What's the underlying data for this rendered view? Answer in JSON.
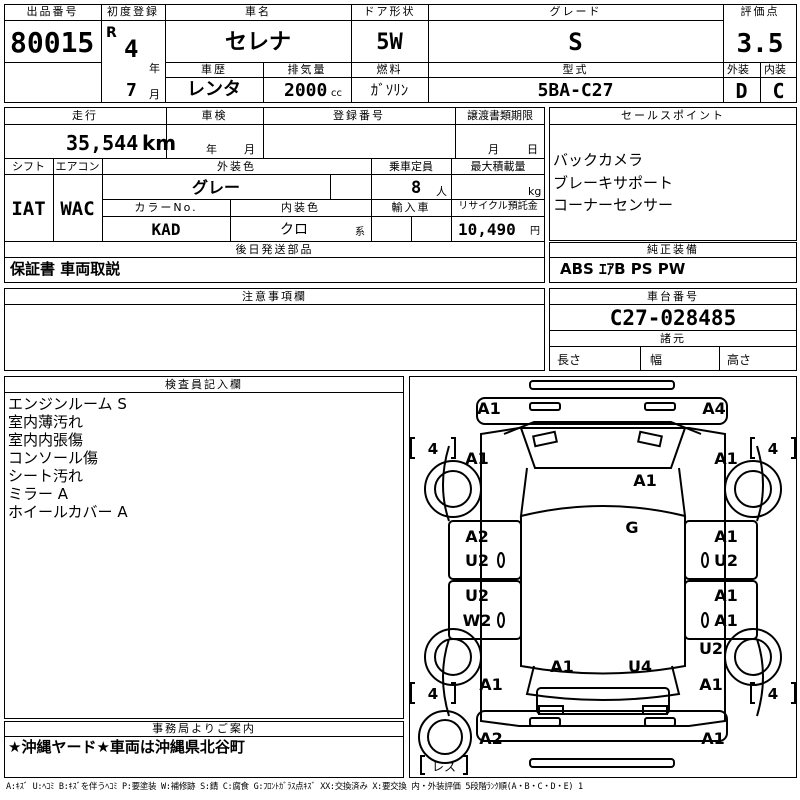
{
  "header": {
    "lot_label": "出品番号",
    "lot_number": "80015",
    "first_reg_label": "初度登録",
    "era": "R",
    "reg_year": "4",
    "year_unit": "年",
    "reg_month": "7",
    "month_unit": "月",
    "car_name_label": "車名",
    "car_name": "セレナ",
    "door_label": "ドア形状",
    "door": "5W",
    "grade_label": "グレード",
    "grade": "S",
    "score_label": "評価点",
    "score": "3.5",
    "history_label": "車歴",
    "history": "レンタ",
    "displacement_label": "排気量",
    "displacement": "2000",
    "displacement_unit": "cc",
    "fuel_label": "燃料",
    "fuel": "ｶﾞｿﾘﾝ",
    "model_label": "型式",
    "model": "5BA-C27",
    "exterior_label": "外装",
    "exterior_grade": "D",
    "interior_label": "内装",
    "interior_grade": "C"
  },
  "details": {
    "mileage_label": "走行",
    "mileage": "35,544",
    "mileage_unit": "km",
    "inspection_label": "車検",
    "insp_year_unit": "年",
    "insp_month_unit": "月",
    "reg_no_label": "登録番号",
    "transfer_label": "譲渡書類期限",
    "transfer_month_unit": "月",
    "transfer_day_unit": "日",
    "shift_label": "シフト",
    "shift": "IAT",
    "aircon_label": "エアコン",
    "aircon": "WAC",
    "color_label": "外装色",
    "color": "グレー",
    "capacity_label": "乗車定員",
    "capacity": "8",
    "capacity_unit": "人",
    "max_load_label": "最大積載量",
    "max_load_unit": "kg",
    "color_no_label": "カラーNo.",
    "color_no": "KAD",
    "int_color_label": "内装色",
    "int_color": "クロ",
    "int_color_unit": "系",
    "import_label": "輸入車",
    "recycle_label": "リサイクル預託金",
    "recycle": "10,490",
    "recycle_unit": "円",
    "later_parts_label": "後日発送部品",
    "later_parts": "保証書 車両取説",
    "notes_label": "注意事項欄"
  },
  "sales": {
    "label": "セールスポイント",
    "points": [
      "バックカメラ",
      "ブレーキサポート",
      "コーナーセンサー"
    ],
    "equipment_label": "純正装備",
    "equipment": "ABS ｴｱB PS PW",
    "chassis_label": "車台番号",
    "chassis": "C27-028485",
    "dims_label": "諸元",
    "length_label": "長さ",
    "width_label": "幅",
    "height_label": "高さ"
  },
  "inspector": {
    "label": "検査員記入欄",
    "lines": [
      "エンジンルーム S",
      "室内薄汚れ",
      "室内内張傷",
      "コンソール傷",
      "シート汚れ",
      "ミラー A",
      "ホイールカバー A"
    ]
  },
  "office": {
    "label": "事務局よりご案内",
    "message": "★沖縄ヤード★車両は沖縄県北谷町"
  },
  "legend": "A:ｷｽﾞ U:ﾍｺﾐ B:ｷｽﾞを伴うﾍｺﾐ P:要塗装 W:補修跡 S:錆 C:腐食 G:ﾌﾛﾝﾄｶﾞﾗｽ点ｷｽﾞ XX:交換済み X:要交換 内・外装評価 5段階ﾗﾝｸ順(A・B・C・D・E) 1",
  "diagram": {
    "front_left": "A1",
    "front_right": "A4",
    "front_left_fender": "A1",
    "front_right_fender": "A1",
    "hood": "A1",
    "windshield": "G",
    "front_left_door": [
      "A2",
      "U2"
    ],
    "front_right_door": [
      "A1",
      "U2"
    ],
    "rear_left_door": [
      "U2",
      "W2"
    ],
    "rear_right_door": [
      "A1",
      "A1"
    ],
    "rear_right_fender": "U2",
    "roof_left": "A1",
    "roof_right": "U4",
    "rear_left_quarter": "A1",
    "rear_right_quarter": "A1",
    "rear_bumper_left": "A2",
    "rear_bumper_right": "A1",
    "tire_tread": "4",
    "spare_label": "レス"
  }
}
